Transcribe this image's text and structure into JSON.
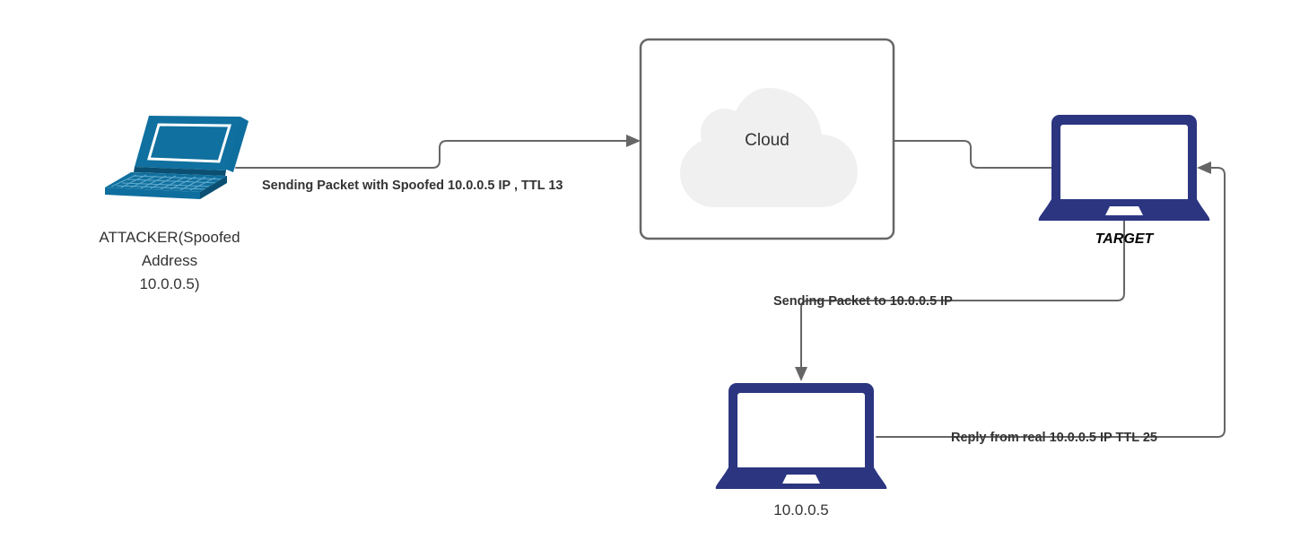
{
  "diagram": {
    "title": "IP Spoofing Attack Flow",
    "background_color": "#ffffff",
    "edge_color": "#666666",
    "nodes": {
      "attacker": {
        "label_line1": "ATTACKER(Spoofed",
        "label_line2": "Address",
        "label_line3": "10.0.0.5)",
        "icon": "laptop-3d-icon",
        "color": "#10709F"
      },
      "cloud": {
        "label": "Cloud",
        "icon": "cloud-icon",
        "fill": "#F0F0F0",
        "border_color": "#666666"
      },
      "target": {
        "label": "TARGET",
        "icon": "laptop-flat-icon",
        "color": "#2C3580"
      },
      "victim": {
        "label": "10.0.0.5",
        "icon": "laptop-flat-icon",
        "color": "#2C3580"
      }
    },
    "edges": {
      "attacker_to_cloud": {
        "label": "Sending Packet with Spoofed 10.0.0.5 IP , TTL 13"
      },
      "cloud_to_target": {
        "label": ""
      },
      "target_to_victim": {
        "label": "Sending Packet to 10.0.0.5 IP"
      },
      "victim_to_target": {
        "label": "Reply from real 10.0.0.5 IP TTL 25"
      }
    }
  }
}
